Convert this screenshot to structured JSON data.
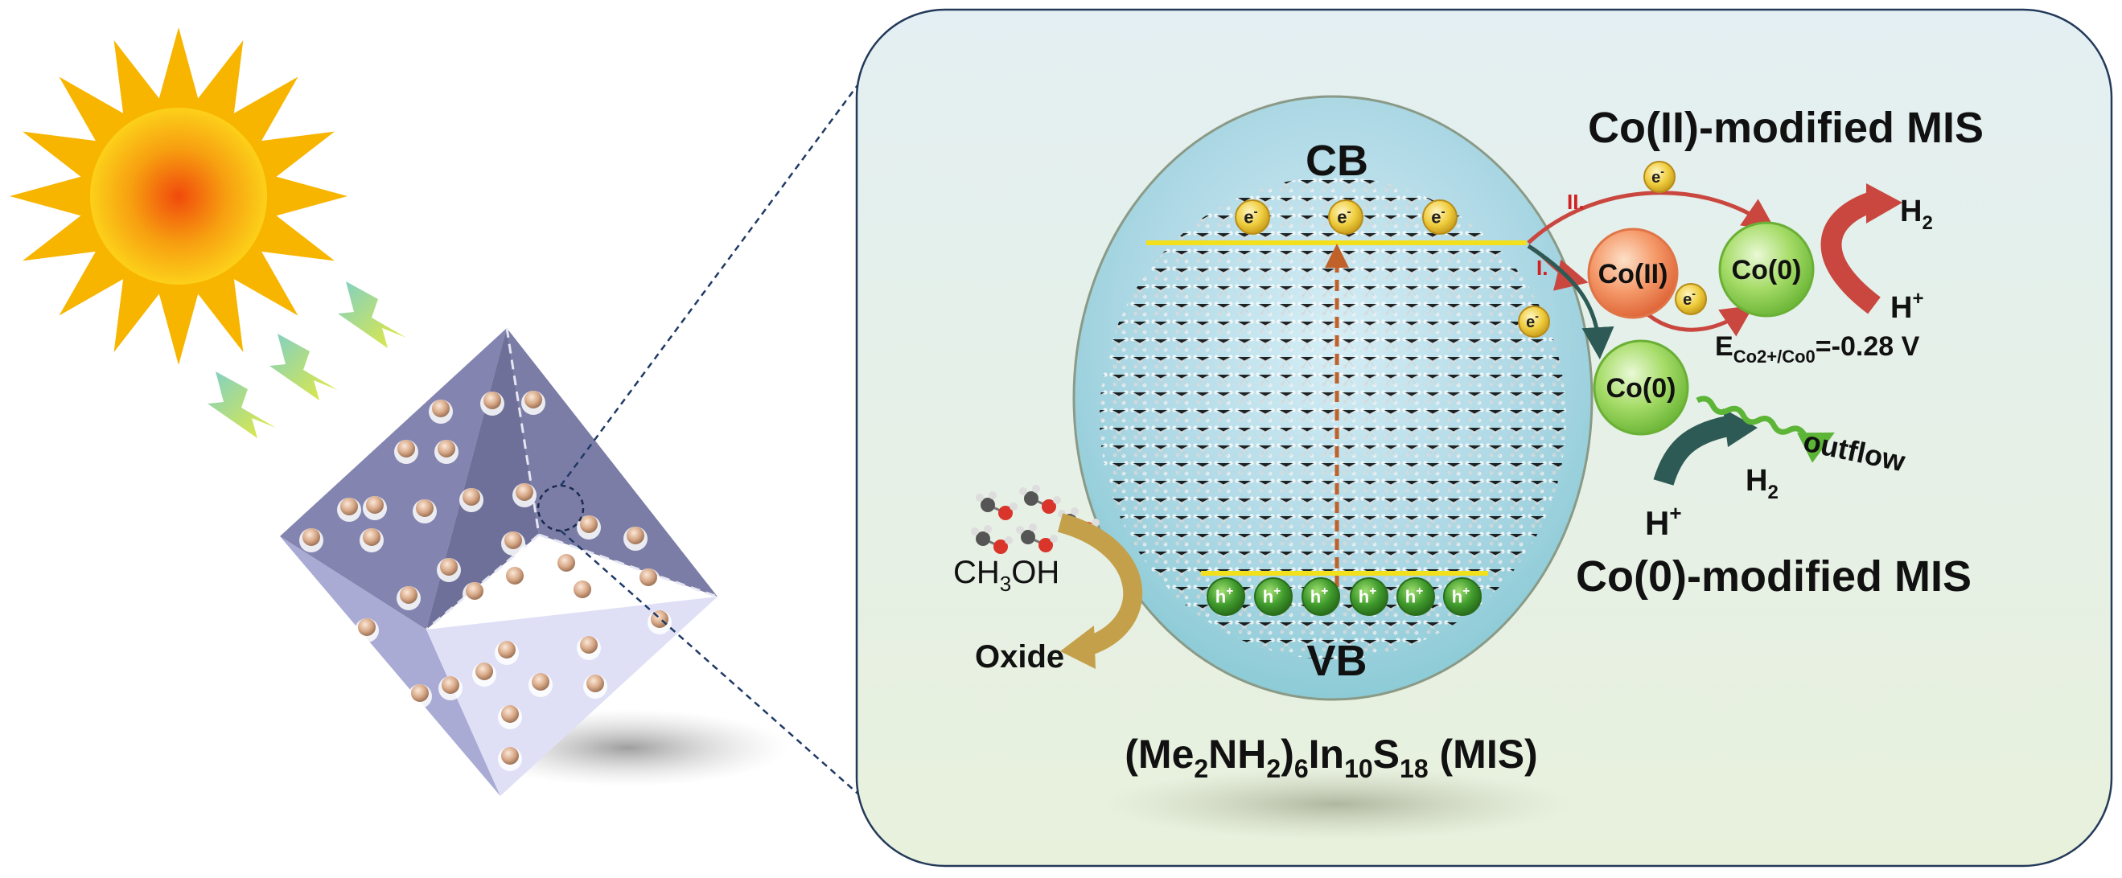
{
  "panel": {
    "cb_label": "CB",
    "vb_label": "VB",
    "electron": "e",
    "electron_sup": "-",
    "hole": "h",
    "hole_sup": "+",
    "pathway_1": "I.",
    "pathway_2": "II.",
    "co2_label": "Co(II)",
    "co0_label": "Co(0)",
    "co0_lower_label": "Co(0)",
    "co2_modified_title": "Co(II)-modified MIS",
    "co0_modified_title": "Co(0)-modified MIS",
    "h2_upper": {
      "main": "H",
      "sub": "2"
    },
    "hplus_upper": {
      "main": "H",
      "sup": "+"
    },
    "h2_lower": {
      "main": "H",
      "sub": "2"
    },
    "hplus_lower": {
      "main": "H",
      "sup": "+"
    },
    "potential": {
      "E": "E",
      "sub": "Co2+/Co0",
      "value": "=-0.28 V"
    },
    "outflow": "outflow",
    "methanol": {
      "a": "CH",
      "sub": "3",
      "b": "OH"
    },
    "oxide": "Oxide",
    "mis_formula": {
      "p1": "(Me",
      "s1": "2",
      "p2": "NH",
      "s2": "2",
      "p3": ")",
      "s3": "6",
      "p4": "In",
      "s4": "10",
      "p5": "S",
      "s5": "18",
      "p6": " (MIS)"
    }
  },
  "colors": {
    "sun": "#f7b500",
    "sun_core": "#f05a10",
    "octahedron_dark": "#7c7ea8",
    "octahedron_light": "#c7c9ea",
    "panel_bg_top": "#e3eff2",
    "panel_bg_bottom": "#e6f0dc",
    "ellipse_fill": "#a9d6e3",
    "band_line": "#f2e01c",
    "co2_ball": "#f28a5c",
    "co0_ball": "#8fd24e",
    "hole_ball": "#3f8f2a",
    "electron_ball": "#e7c63a",
    "arrow_red": "#c9473e",
    "arrow_teal": "#2e5a55",
    "arrow_gold": "#c4a04a",
    "arrow_orange": "#c0612a",
    "wavy_green": "#5cb537"
  }
}
